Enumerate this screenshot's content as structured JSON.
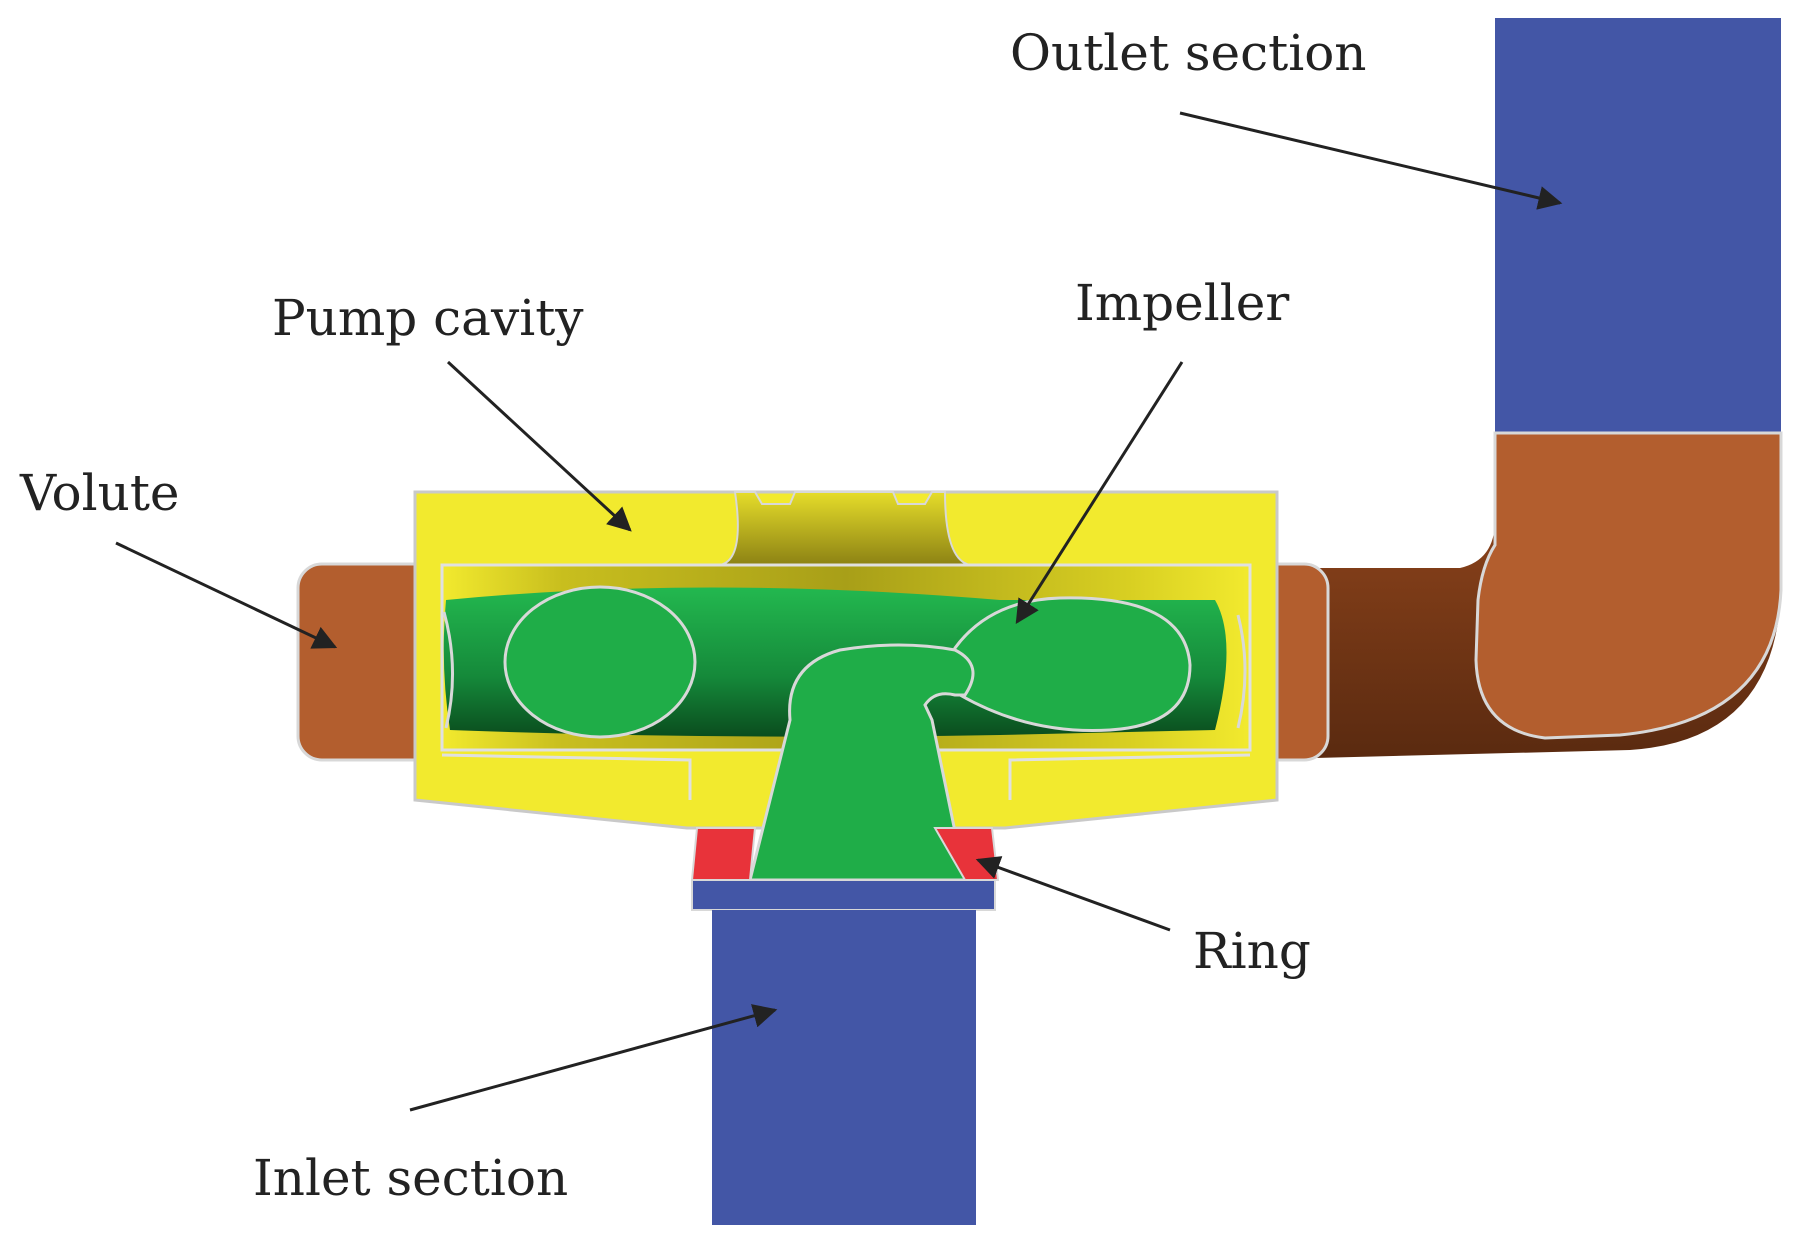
{
  "labels": {
    "outlet": "Outlet section",
    "pump_cavity": "Pump cavity",
    "impeller": "Impeller",
    "volute": "Volute",
    "ring": "Ring",
    "inlet": "Inlet section"
  },
  "colors": {
    "section_blue": "#4356a6",
    "volute_brown": "#b35e2e",
    "volute_dark": "#6e3516",
    "cavity_yellow": "#f2ea2e",
    "cavity_shade": "#9c9218",
    "impeller_green": "#1fad48",
    "impeller_dark": "#0a5d24",
    "ring_red": "#e8333a",
    "outline": "#d8d8d8",
    "arrow": "#222222"
  }
}
